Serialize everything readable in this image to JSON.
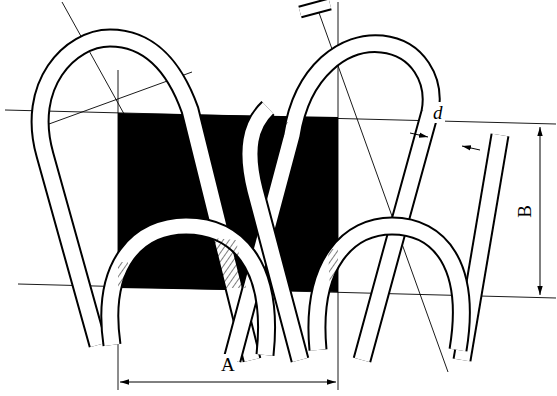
{
  "diagram": {
    "labels": [
      "d",
      "B",
      "A"
    ]
  }
}
